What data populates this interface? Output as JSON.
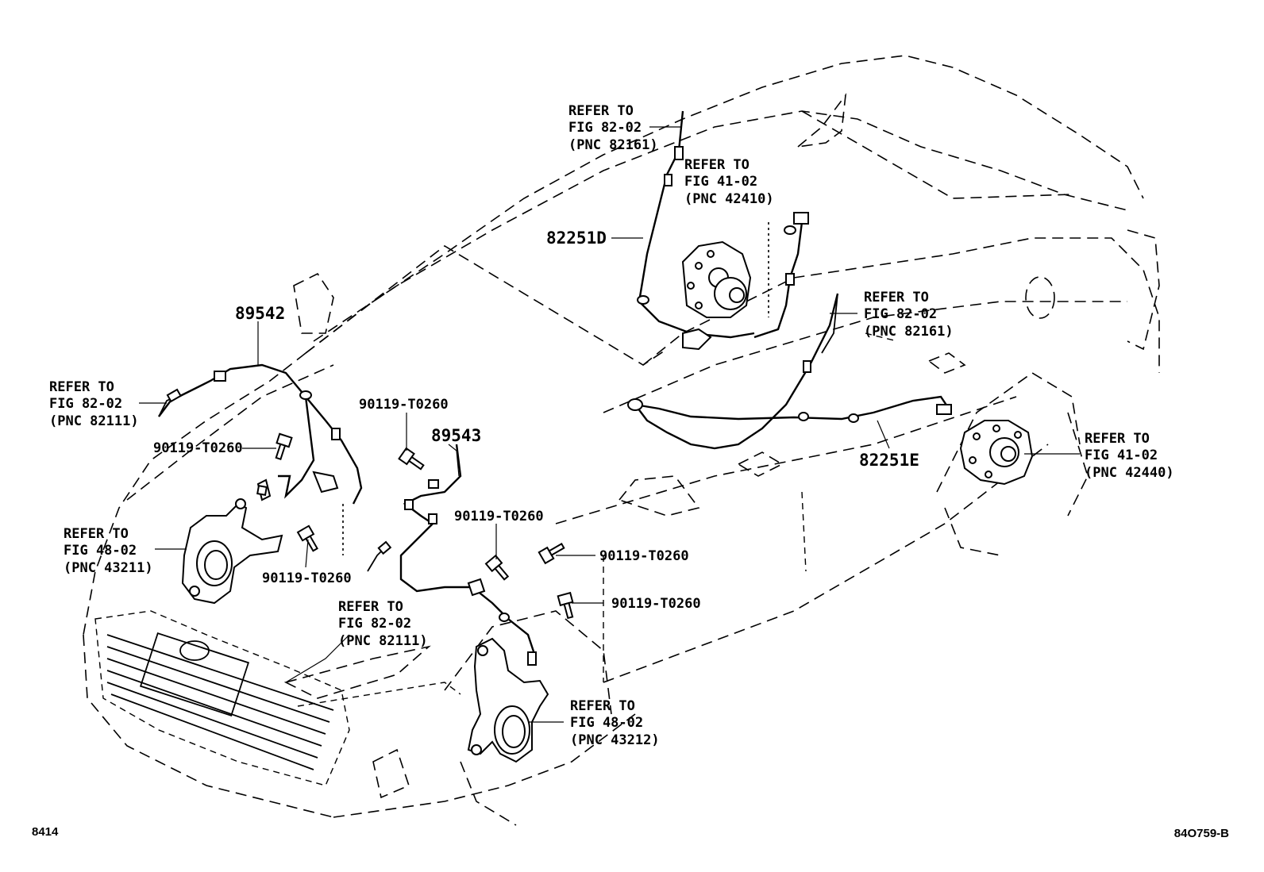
{
  "callouts": {
    "refer_top": [
      "REFER TO",
      "FIG 82-02",
      "(PNC 82161)"
    ],
    "refer_top2": [
      "REFER TO",
      "FIG 41-02",
      "(PNC 42410)"
    ],
    "refer_rear_mid": [
      "REFER TO",
      "FIG 82-02",
      "(PNC 82161)"
    ],
    "refer_left_wire": [
      "REFER TO",
      "FIG 82-02",
      "(PNC 82111)"
    ],
    "refer_knuckle_left": [
      "REFER TO",
      "FIG 48-02",
      "(PNC 43211)"
    ],
    "refer_front_wire": [
      "REFER TO",
      "FIG 82-02",
      "(PNC 82111)"
    ],
    "refer_knuckle_front": [
      "REFER TO",
      "FIG 48-02",
      "(PNC 43212)"
    ],
    "refer_rear_hub": [
      "REFER TO",
      "FIG 41-02",
      "(PNC 42440)"
    ]
  },
  "parts": {
    "p82251D": "82251D",
    "p82251E": "82251E",
    "p89542": "89542",
    "p89543": "89543",
    "bolt_a": "90119-T0260",
    "bolt_b": "90119-T0260",
    "bolt_c": "90119-T0260",
    "bolt_d": "90119-T0260",
    "bolt_e": "90119-T0260",
    "bolt_f": "90119-T0260"
  },
  "footer": {
    "page_no": "8414",
    "fig_code": "84O759-B"
  }
}
